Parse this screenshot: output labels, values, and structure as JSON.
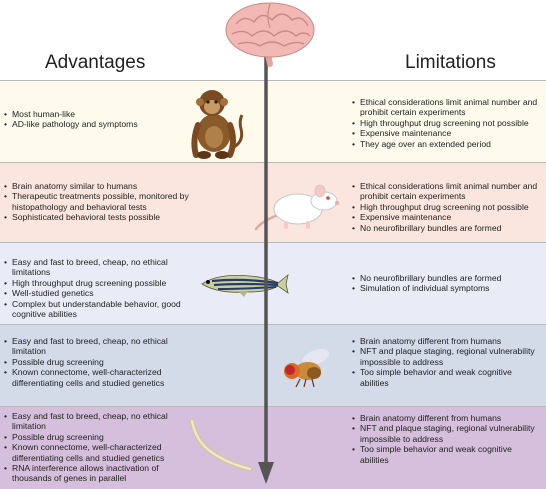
{
  "headings": {
    "advantages": "Advantages",
    "limitations": "Limitations"
  },
  "rows": [
    {
      "id": "monkey",
      "bg": "#fefbed",
      "advantages": [
        "Most human-like",
        "AD-like pathology and symptoms"
      ],
      "limitations": [
        "Ethical considerations limit animal number and prohibit certain experiments",
        "High throughput drug screening not possible",
        "Expensive maintenance",
        "They age over an extended period"
      ]
    },
    {
      "id": "rat",
      "bg": "#fbe6df",
      "advantages": [
        "Brain anatomy similar to humans",
        "Therapeutic treatments possible, monitored by histopathology and behavioral tests",
        "Sophisticated behavioral tests possible"
      ],
      "limitations": [
        "Ethical considerations limit animal number and prohibit certain experiments",
        "High throughput drug screening not possible",
        "Expensive maintenance",
        "No neurofibrillary bundles are formed"
      ]
    },
    {
      "id": "zebrafish",
      "bg": "#e9ecf6",
      "advantages": [
        "Easy and fast to breed, cheap, no ethical limitations",
        "High throughput drug screening possible",
        "Well-studied genetics",
        "Complex but understandable behavior, good cognitive abilities"
      ],
      "limitations": [
        "No neurofibrillary bundles are formed",
        "Simulation of individual symptoms"
      ]
    },
    {
      "id": "fly",
      "bg": "#d3dbe9",
      "advantages": [
        "Easy and fast to breed, cheap, no ethical limitation",
        "Possible drug screening",
        "Known connectome, well-characterized differentiating cells and studied genetics"
      ],
      "limitations": [
        "Brain anatomy different from humans",
        "NFT and plaque staging, regional vulnerability impossible to address",
        "Too simple behavior and weak cognitive abilities"
      ]
    },
    {
      "id": "worm",
      "bg": "#d5bfdc",
      "advantages": [
        "Easy and fast to breed, cheap, no ethical limitation",
        "Possible drug screening",
        "Known connectome, well-characterized differentiating cells and studied genetics",
        "RNA interference allows inactivation of thousands of genes in parallel"
      ],
      "limitations": [
        "Brain anatomy different from humans",
        "NFT and plaque staging, regional vulnerability impossible to address",
        "Too simple behavior and weak cognitive abilities"
      ]
    }
  ],
  "icons": {
    "brain": "brain-icon",
    "monkey": "monkey-icon",
    "rat": "rat-icon",
    "zebrafish": "zebrafish-icon",
    "fly": "fruit-fly-icon",
    "worm": "worm-icon"
  },
  "colors": {
    "arrow": "#555555",
    "brain": "#f2b8b4"
  }
}
